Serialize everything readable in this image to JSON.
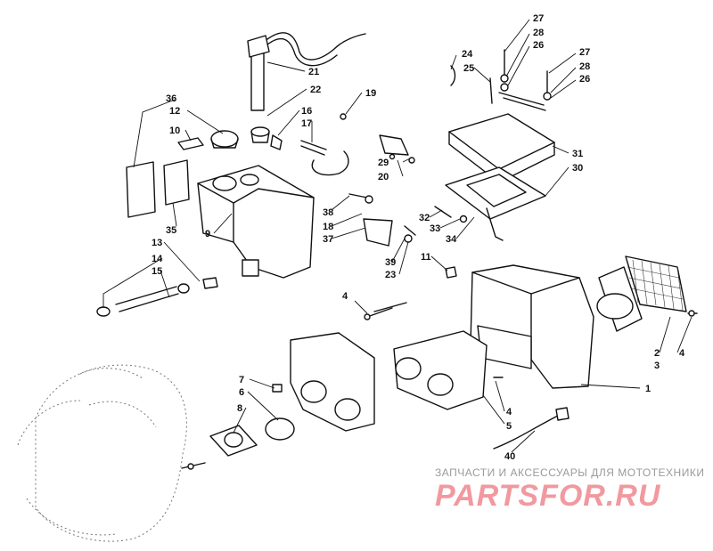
{
  "diagram": {
    "callouts": [
      "1",
      "2",
      "3",
      "4",
      "4",
      "4",
      "5",
      "6",
      "7",
      "8",
      "9",
      "10",
      "11",
      "12",
      "13",
      "14",
      "15",
      "16",
      "17",
      "18",
      "19",
      "20",
      "21",
      "22",
      "23",
      "24",
      "25",
      "26",
      "26",
      "27",
      "27",
      "28",
      "28",
      "29",
      "30",
      "31",
      "32",
      "33",
      "34",
      "35",
      "36",
      "37",
      "38",
      "39",
      "40"
    ]
  },
  "watermark": {
    "caption": "ЗАПЧАСТИ И АКСЕССУАРЫ ДЛЯ МОТОТЕХНИКИ",
    "logo": "PARTSFOR.RU"
  },
  "colors": {
    "line": "#111111",
    "watermark_text": "#9a9a9a",
    "watermark_logo": "#e64650"
  }
}
